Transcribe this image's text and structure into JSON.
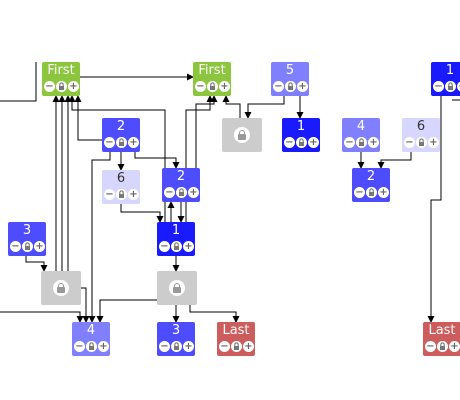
{
  "colors": {
    "green": "#8cc63f",
    "blue_dark": "#1a1aff",
    "blue_mid": "#4d4dff",
    "blue_light": "#8080ff",
    "blue_pale": "#d6d6ff",
    "red": "#cd5c5c",
    "lock_gray": "#cccccc",
    "edge": "#000000"
  },
  "controls": {
    "minus": "−",
    "lock": "🔒",
    "plus": "+"
  },
  "nodes": [
    {
      "id": "first_a",
      "label": "First",
      "color": "green"
    },
    {
      "id": "first_b",
      "label": "First",
      "color": "green"
    },
    {
      "id": "n5",
      "label": "5",
      "color": "blue_light"
    },
    {
      "id": "n1_top",
      "label": "1",
      "color": "blue_dark"
    },
    {
      "id": "n1_right",
      "label": "1",
      "color": "blue_dark"
    },
    {
      "id": "n2_a",
      "label": "2",
      "color": "blue_mid"
    },
    {
      "id": "n6_a",
      "label": "6",
      "color": "blue_pale"
    },
    {
      "id": "n2_b",
      "label": "2",
      "color": "blue_mid"
    },
    {
      "id": "n1_mid",
      "label": "1",
      "color": "blue_dark"
    },
    {
      "id": "n4_a",
      "label": "4",
      "color": "blue_light"
    },
    {
      "id": "n6_b",
      "label": "6",
      "color": "blue_pale"
    },
    {
      "id": "n2_c",
      "label": "2",
      "color": "blue_mid"
    },
    {
      "id": "n3_a",
      "label": "3",
      "color": "blue_mid"
    },
    {
      "id": "n4_b",
      "label": "4",
      "color": "blue_light"
    },
    {
      "id": "n3_b",
      "label": "3",
      "color": "blue_mid"
    },
    {
      "id": "last_a",
      "label": "Last",
      "color": "red"
    },
    {
      "id": "last_b",
      "label": "Last",
      "color": "red"
    }
  ],
  "locks": [
    {
      "id": "lock_top"
    },
    {
      "id": "lock_left"
    },
    {
      "id": "lock_mid"
    }
  ]
}
